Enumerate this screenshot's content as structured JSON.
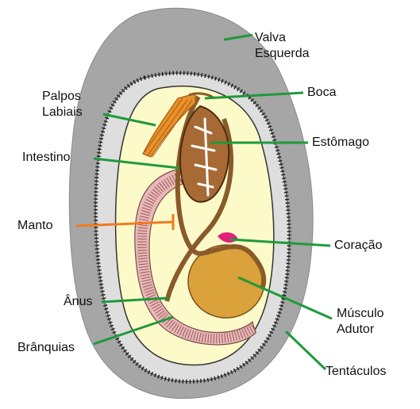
{
  "labels": {
    "valva_esquerda": [
      "Valva",
      "Esquerda"
    ],
    "palpos_labiais": [
      "Palpos",
      "Labiais"
    ],
    "boca": "Boca",
    "estomago": "Estômago",
    "intestino": "Intestino",
    "manto": "Manto",
    "coracao": "Coração",
    "anus": "Ânus",
    "musculo_adutor": [
      "Músculo",
      "Adutor"
    ],
    "branquias": "Brânquias",
    "tentaculos": "Tentáculos"
  },
  "colors": {
    "shell": "#a6a6a6",
    "mantle_edge": "#dedede",
    "body": "#fdfac9",
    "gut": "#8b5a2b",
    "stomach_fill": "#a86a35",
    "palps": "#e8912a",
    "gills": "#e8b8b8",
    "muscle": "#dba13a",
    "heart": "#e0207a",
    "leader_green": "#1e9a3c",
    "leader_orange": "#f07a1e"
  }
}
